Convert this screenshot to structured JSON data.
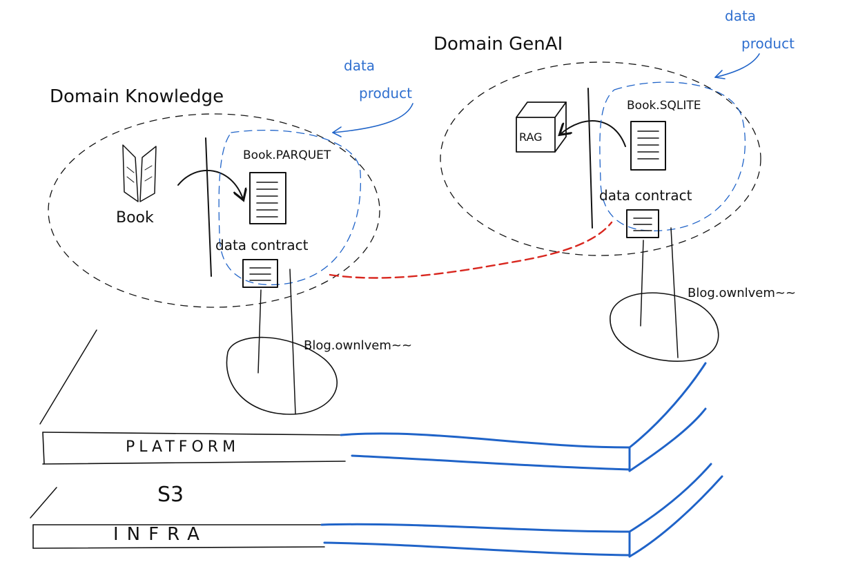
{
  "domains": {
    "knowledge": {
      "label": "Domain Knowledge",
      "source_label": "Book",
      "dataset_label": "Book.PARQUET",
      "contract_label": "data contract",
      "product_label_line1": "data",
      "product_label_line2": "product",
      "blog_label": "Blog.ownlvem~~"
    },
    "genai": {
      "label": "Domain GenAI",
      "tool_label": "RAG",
      "dataset_label": "Book.SQLITE",
      "contract_label": "data contract",
      "product_label_line1": "data",
      "product_label_line2": "product",
      "blog_label": "Blog.ownlvem~~"
    }
  },
  "layers": {
    "platform_label": "PLATFORM",
    "storage_label": "S3",
    "infra_label": "INFRA"
  },
  "colors": {
    "ink": "#111111",
    "blue": "#1f63c8",
    "red": "#d8261e"
  }
}
